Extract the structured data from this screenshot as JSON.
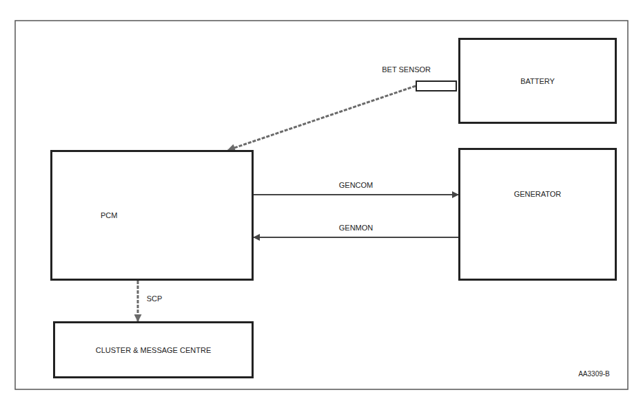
{
  "diagram": {
    "nodes": [
      {
        "text": [
          "BET SENSOR"
        ]
      },
      {
        "text": [
          "BATTERY"
        ]
      },
      {
        "text": [
          "PCM"
        ]
      },
      {
        "text": [
          "GENERATOR"
        ]
      },
      {
        "text": [
          "CLUSTER & MESSAGE CENTRE"
        ]
      }
    ],
    "edges": [
      {
        "from": 0,
        "to": 2,
        "arrow": "to"
      },
      {
        "from": 2,
        "to": 3,
        "label": "GENCOM",
        "arrow": "to"
      },
      {
        "from": 3,
        "to": 2,
        "label": "GENMON",
        "arrow": "to"
      },
      {
        "from": 2,
        "to": 4,
        "label": "SCP",
        "arrow": "to"
      }
    ],
    "labels": [
      "AA3309-B"
    ]
  }
}
